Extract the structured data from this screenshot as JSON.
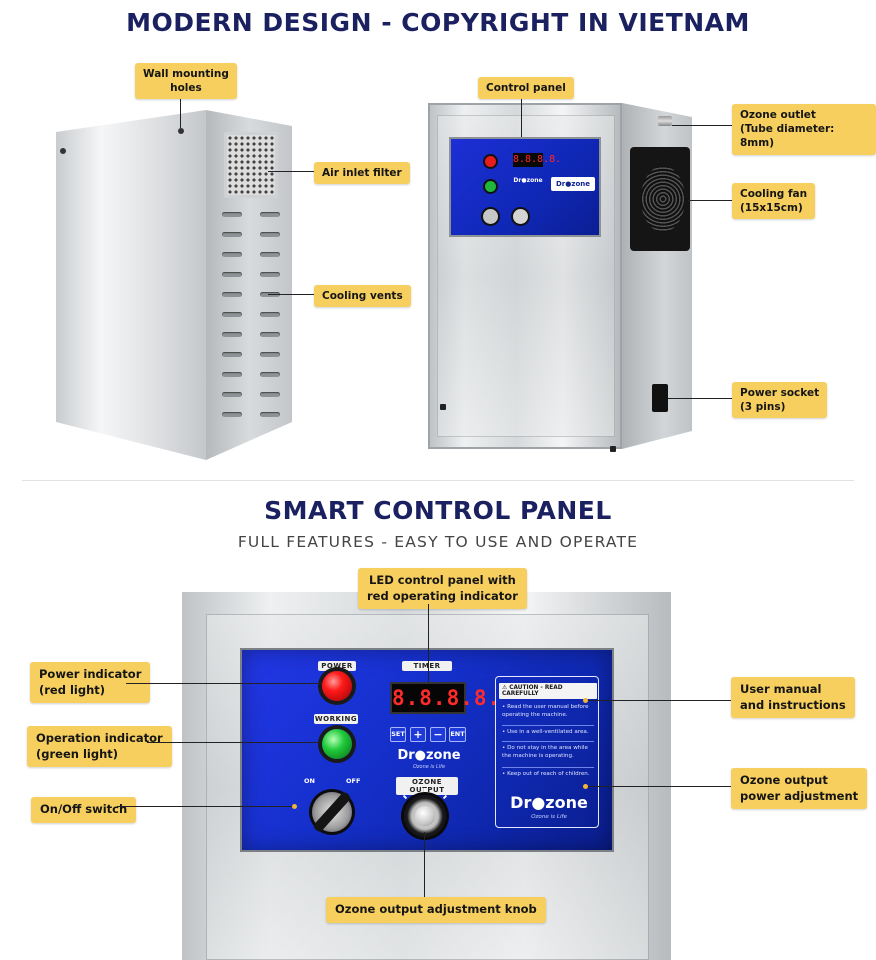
{
  "headings": {
    "top": "MODERN DESIGN - COPYRIGHT IN VIETNAM",
    "bottom": "SMART CONTROL PANEL",
    "bottom_sub": "FULL FEATURES - EASY TO USE AND OPERATE"
  },
  "callouts_top": {
    "wall_mounting": "Wall mounting\nholes",
    "air_inlet": "Air inlet filter",
    "cooling_vents": "Cooling vents",
    "control_panel": "Control panel",
    "ozone_outlet": "Ozone outlet\n(Tube diameter: 8mm)",
    "cooling_fan": "Cooling fan\n(15x15cm)",
    "power_socket": "Power socket\n(3 pins)"
  },
  "callouts_bottom": {
    "led_panel": "LED control panel with\nred operating indicator",
    "power_indicator": "Power indicator\n(red light)",
    "operation_indicator": "Operation indicator\n(green light)",
    "onoff_switch": "On/Off switch",
    "user_manual": "User manual\nand instructions",
    "ozone_output_power": "Ozone output\npower adjustment",
    "adjust_knob": "Ozone output adjustment knob"
  },
  "panel": {
    "power_label": "POWER",
    "working_label": "WORKING",
    "timer_label": "TIMER",
    "display_value": "8.8.8.8.",
    "buttons": [
      "SET",
      "+",
      "−",
      "ENT"
    ],
    "switch_on": "ON",
    "switch_off": "OFF",
    "output_label": "OZONE OUTPUT",
    "brand": "Dr●zone",
    "brand_tag": "Ozone is Life",
    "caution_title": "⚠ CAUTION - READ CAREFULLY",
    "caution_items": [
      "• Read the user manual before operating the machine.",
      "• Use in a well-ventilated area.",
      "• Do not stay in the area while the machine is operating.",
      "• Keep out of reach of children."
    ]
  },
  "colors": {
    "heading": "#1b2160",
    "callout_bg": "#f6cf5e",
    "panel_blue": "#1530cc"
  }
}
